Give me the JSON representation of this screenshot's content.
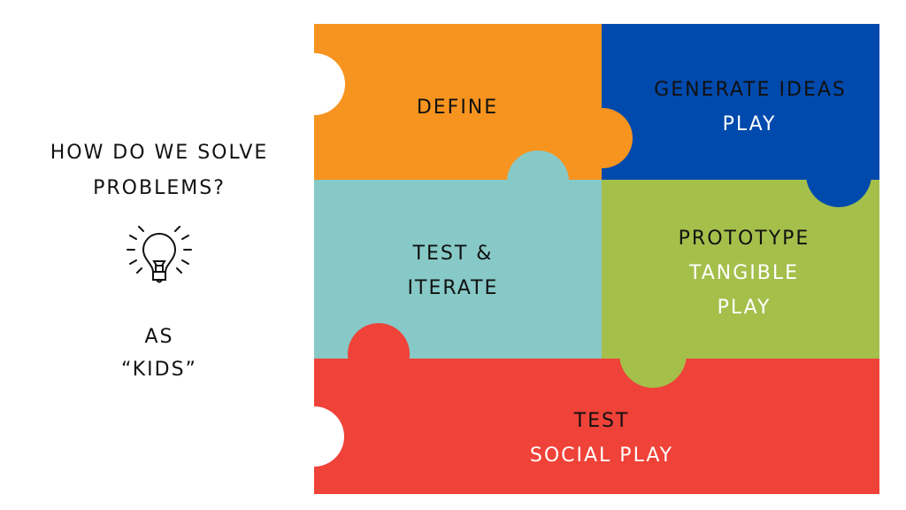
{
  "left": {
    "question_line1": "HOW DO WE SOLVE",
    "question_line2": "PROBLEMS?",
    "icon": "lightbulb-icon",
    "answer_line1": "AS",
    "answer_line2": "“KIDS”"
  },
  "pieces": {
    "define": {
      "title": "DEFINE",
      "color": "#F7941F"
    },
    "generate": {
      "title": "GENERATE IDEAS",
      "subtitle": "PLAY",
      "color": "#014AAD"
    },
    "test_iterate": {
      "line1": "TEST &",
      "line2": "ITERATE",
      "color": "#87C9C6"
    },
    "prototype": {
      "title": "PROTOTYPE",
      "sub1": "TANGIBLE",
      "sub2": "PLAY",
      "color": "#A5BF4B"
    },
    "test": {
      "title": "TEST",
      "subtitle": "SOCIAL PLAY",
      "color": "#EF4238"
    }
  }
}
